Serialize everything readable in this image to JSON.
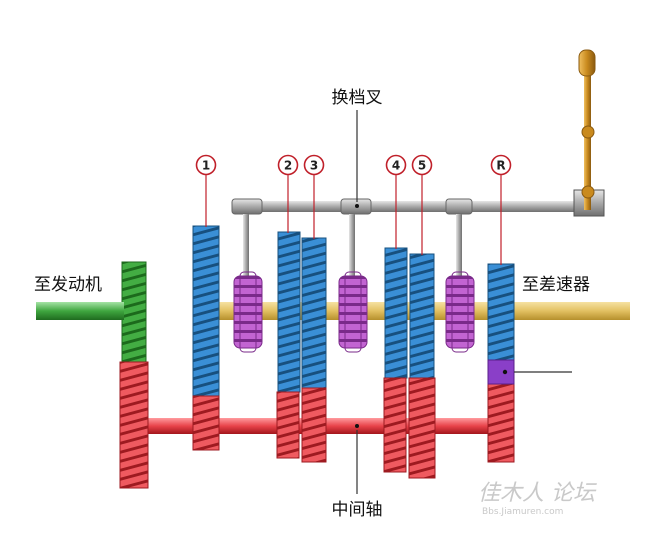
{
  "labels": {
    "shift_fork": "换档叉",
    "to_engine": "至发动机",
    "to_differential": "至差速器",
    "countershaft": "中间轴"
  },
  "gear_numbers": [
    "1",
    "2",
    "3",
    "4",
    "5",
    "R"
  ],
  "watermark": {
    "text": "佳木人 论坛",
    "sub": "Bbs.Jiamuren.com"
  },
  "colors": {
    "main_gear": "#3a8fd6",
    "counter_gear": "#e8434a",
    "synchronizer": "#b050c0",
    "input_gear": "#3fa63f",
    "output_shaft": "#e2c061",
    "shift_rail": "#a9a9a9",
    "reverse_idler": "#8a3fc8",
    "lever": "#d08a1c"
  }
}
